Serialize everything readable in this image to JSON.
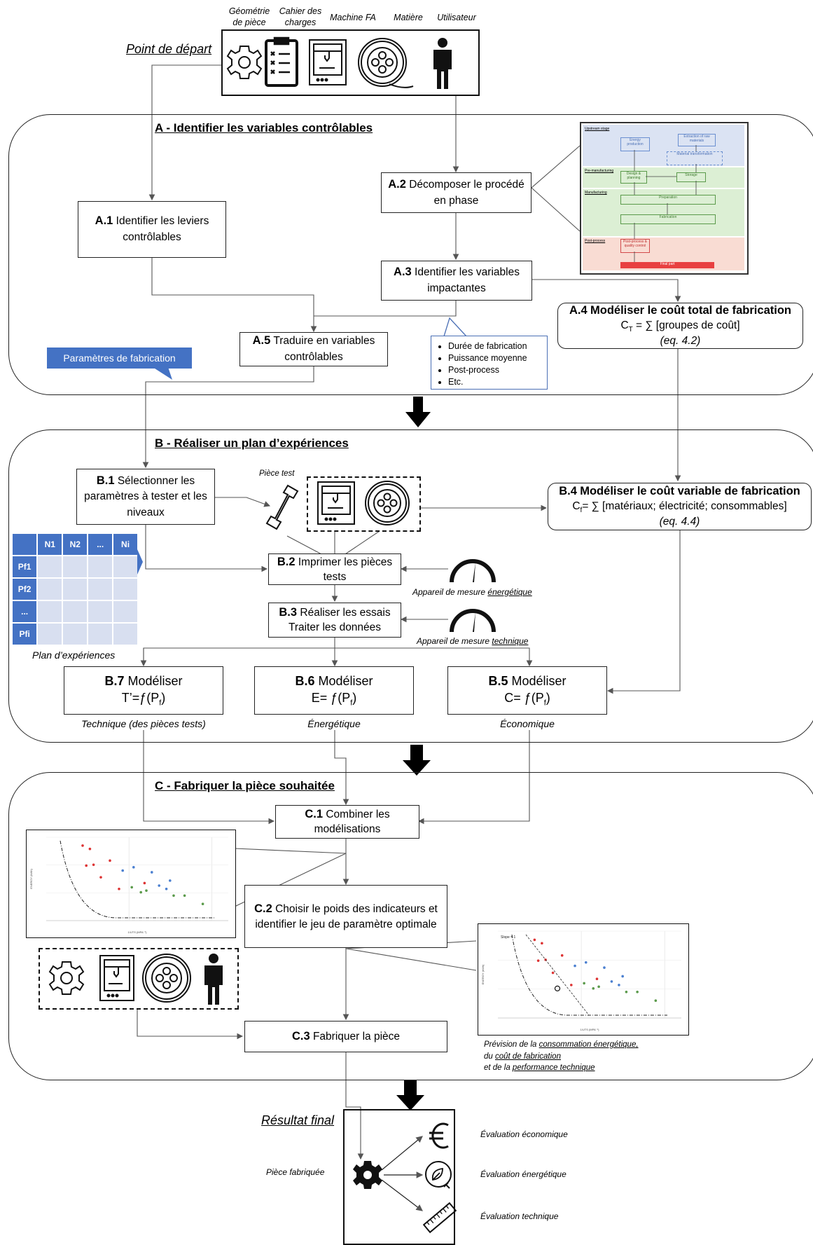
{
  "start": {
    "label": "Point de départ",
    "inputs": [
      "Géométrie\nde pièce",
      "Cahier des\ncharges",
      "Machine FA",
      "Matière",
      "Utilisateur"
    ]
  },
  "phaseA": {
    "title": "A - Identifier les variables contrôlables",
    "a1": {
      "code": "A.1",
      "text": "Identifier les leviers contrôlables"
    },
    "a2": {
      "code": "A.2",
      "text": "Décomposer le procédé en phase"
    },
    "a3": {
      "code": "A.3",
      "text": "Identifier les variables impactantes"
    },
    "a4": {
      "code": "A.4",
      "title": "Modéliser le coût total de fabrication",
      "formula": "C",
      "formula_sub": "T",
      "formula_rest": " = ∑ [groupes de coût]",
      "eq": "(eq. 4.2)"
    },
    "a5": {
      "code": "A.5",
      "text": "Traduire en variables contrôlables"
    },
    "flag": "Paramètres de fabrication",
    "bullets": [
      "Durée de fabrication",
      "Puissance moyenne",
      "Post-process",
      "Etc."
    ],
    "process_image": {
      "stages": [
        "Upstream stage",
        "Pre-manufacturing",
        "Manufacturing",
        "Post-process"
      ],
      "boxes": [
        "Energy production",
        "Extraction of raw materials",
        "Material transformation",
        "Design & planning",
        "Storage",
        "Preparation",
        "Fabrication",
        "Post-process & quality control",
        "Final part"
      ]
    }
  },
  "phaseB": {
    "title": "B - Réaliser un plan d’expériences",
    "b1": {
      "code": "B.1",
      "text": "Sélectionner les paramètres à tester et les niveaux"
    },
    "b2": {
      "code": "B.2",
      "text": "Imprimer les pièces tests"
    },
    "b3": {
      "code": "B.3",
      "text": "Réaliser les essais Traiter les données"
    },
    "b4": {
      "code": "B.4",
      "title": "Modéliser le coût variable de fabrication",
      "formula": "C",
      "formula_sub": "f",
      "formula_rest": "= ∑ [matériaux; électricité; consommables]",
      "eq": "(eq. 4.4)"
    },
    "b5": {
      "code": "B.5",
      "text": "Modéliser",
      "formula": "C= ƒ(P",
      "formula_sub": "f",
      "formula_end": ")",
      "caption": "Économique"
    },
    "b6": {
      "code": "B.6",
      "text": "Modéliser",
      "formula": "E= ƒ(P",
      "formula_sub": "f",
      "formula_end": ")",
      "caption": "Énergétique"
    },
    "b7": {
      "code": "B.7",
      "text": "Modéliser",
      "formula": "T’=ƒ(P",
      "formula_sub": "f",
      "formula_end": ")",
      "caption": "Technique (des pièces tests)"
    },
    "test_piece": "Pièce test",
    "meter_energy_prefix": "Appareil de mesure ",
    "meter_energy_key": "énergétique",
    "meter_tech_prefix": "Appareil de mesure ",
    "meter_tech_key": "technique",
    "doe_caption": "Plan d’expériences",
    "doe_headers": [
      "",
      "N1",
      "N2",
      "...",
      "Ni"
    ],
    "doe_rows": [
      "Pf1",
      "Pf2",
      "...",
      "Pfi"
    ]
  },
  "phaseC": {
    "title": "C - Fabriquer la pièce souhaitée",
    "c1": {
      "code": "C.1",
      "text": "Combiner les modélisations"
    },
    "c2": {
      "code": "C.2",
      "text": "Choisir le poids des indicateurs et identifier le jeu de paramètre optimale"
    },
    "c3": {
      "code": "C.3",
      "text": "Fabriquer la pièce"
    },
    "prediction": [
      "Prévision de la ",
      "consommation énergétique,",
      "du ",
      "coût de fabrication",
      "et de la ",
      "performance technique"
    ],
    "plot_ylabel": "ENERGY (kWh)",
    "plot_xlabel": "1/UTS (MPA⁻¹)",
    "plot_slope": "Slope = 1"
  },
  "result": {
    "label": "Résultat final",
    "part": "Pièce fabriquée",
    "evals": [
      "Évaluation économique",
      "Évaluation énergétique",
      "Évaluation technique"
    ]
  }
}
